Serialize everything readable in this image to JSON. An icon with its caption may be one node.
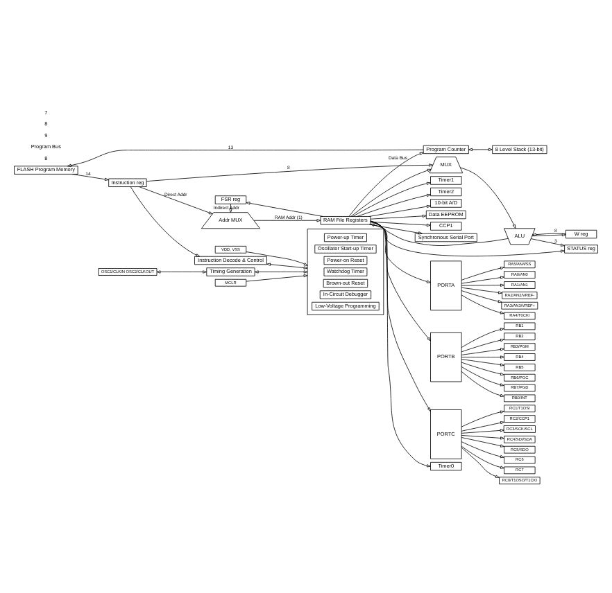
{
  "diagram": {
    "nodes": [
      {
        "text": [
          "FLASH Program Memory"
        ]
      },
      {
        "text": [
          "Program Counter"
        ]
      },
      {
        "text": [
          "8 Level Stack (13-bit)"
        ]
      },
      {
        "text": [
          "RAM File Registers"
        ]
      },
      {
        "text": [
          "Addr MUX"
        ]
      },
      {
        "text": [
          "Instruction reg"
        ]
      },
      {
        "text": [
          "FSR reg"
        ]
      },
      {
        "text": [
          "STATUS reg"
        ]
      },
      {
        "text": [
          "MUX"
        ]
      },
      {
        "text": [
          "ALU"
        ]
      },
      {
        "text": [
          "W reg"
        ]
      },
      {
        "text": [
          "Instruction Decode & Control"
        ]
      },
      {
        "text": [
          "Timing Generation"
        ]
      },
      {
        "text": [],
        "shape": "box"
      },
      {
        "text": [
          "Power-up Timer"
        ],
        "in": 13
      },
      {
        "text": [
          "Oscillator Start-up Timer"
        ],
        "in": 13
      },
      {
        "text": [
          "Power-on Reset"
        ],
        "in": 13
      },
      {
        "text": [
          "Watchdog Timer"
        ],
        "in": 13
      },
      {
        "text": [
          "Brown-out Reset"
        ],
        "in": 13
      },
      {
        "text": [
          "In-Circuit Debugger"
        ],
        "in": 13
      },
      {
        "text": [
          "Low-Voltage Programming"
        ],
        "in": 13
      },
      {
        "text": [
          "PORTA"
        ]
      },
      {
        "text": [
          "RA0/AN0"
        ]
      },
      {
        "text": [
          "RA1/AN1"
        ]
      },
      {
        "text": [
          "RA2/AN2/VREF-"
        ]
      },
      {
        "text": [
          "RA3/AN3/VREF+"
        ]
      },
      {
        "text": [
          "RA4/T0CKI"
        ]
      },
      {
        "text": [
          "RA5/AN4/SS"
        ]
      },
      {
        "text": [
          "PORTB"
        ]
      },
      {
        "text": [
          "RB0/INT"
        ]
      },
      {
        "text": [
          "RB1"
        ]
      },
      {
        "text": [
          "RB2"
        ]
      },
      {
        "text": [
          "RB3/PGM"
        ]
      },
      {
        "text": [
          "RB4"
        ]
      },
      {
        "text": [
          "RB5"
        ]
      },
      {
        "text": [
          "RB6/PGC"
        ]
      },
      {
        "text": [
          "RB7/PGD"
        ]
      },
      {
        "text": [
          "PORTC"
        ]
      },
      {
        "text": [
          "RC0/T1OSO/T1CKI"
        ]
      },
      {
        "text": [
          "RC1/T1OSI"
        ]
      },
      {
        "text": [
          "RC2/CCP1"
        ]
      },
      {
        "text": [
          "RC3/SCK/SCL"
        ]
      },
      {
        "text": [
          "RC4/SDI/SDA"
        ]
      },
      {
        "text": [
          "RC5/SDO"
        ]
      },
      {
        "text": [
          "RC6"
        ]
      },
      {
        "text": [
          "RC7"
        ]
      },
      {
        "text": [
          "OSC1/CLKIN OSC2/CLKOUT"
        ]
      },
      {
        "text": [
          "MCLR"
        ]
      },
      {
        "text": [
          "VDD, VSS"
        ]
      },
      {
        "text": [
          "Timer0"
        ]
      },
      {
        "text": [
          "Timer1"
        ]
      },
      {
        "text": [
          "Timer2"
        ]
      },
      {
        "text": [
          "10-bit A/D"
        ]
      },
      {
        "text": [
          "Data EEPROM"
        ]
      },
      {
        "text": [
          "CCP1"
        ]
      },
      {
        "text": [
          "Synchronous Serial Port"
        ]
      }
    ],
    "edges": [
      {
        "from": 1,
        "to": 0,
        "arrow": "to",
        "label": "13"
      },
      {
        "from": 1,
        "to": 2,
        "arrow": "both"
      },
      {
        "from": 0,
        "to": 5,
        "arrow": "to",
        "label": "14"
      },
      {
        "from": 5,
        "to": 4,
        "arrow": "to",
        "label": "Direct Addr"
      },
      {
        "from": 4,
        "to": 3,
        "arrow": "to",
        "label": "RAM Addr (1)"
      },
      {
        "from": 6,
        "to": 4,
        "arrow": "to",
        "label": "Indirect Addr"
      },
      {
        "from": 5,
        "to": 11,
        "arrow": "to"
      },
      {
        "from": 5,
        "to": 8,
        "arrow": "to",
        "label": "8"
      },
      {
        "from": 3,
        "to": 1,
        "arrow": "to",
        "label": "Data Bus"
      },
      {
        "from": 3,
        "to": 6,
        "arrow": "to"
      },
      {
        "from": 3,
        "to": 7,
        "arrow": "to"
      },
      {
        "from": 3,
        "to": 8,
        "arrow": "to"
      },
      {
        "from": 8,
        "to": 9,
        "arrow": "to"
      },
      {
        "from": 9,
        "to": 7,
        "arrow": "to",
        "label": "3"
      },
      {
        "from": 9,
        "to": 10,
        "arrow": "to"
      },
      {
        "from": 10,
        "to": 9,
        "arrow": "to",
        "label": "8"
      },
      {
        "from": 9,
        "to": 3,
        "arrow": "to"
      },
      {
        "from": 3,
        "to": 21,
        "arrow": "to"
      },
      {
        "from": 3,
        "to": 28,
        "arrow": "to"
      },
      {
        "from": 3,
        "to": 37,
        "arrow": "to"
      },
      {
        "from": 11,
        "to": 13,
        "arrow": "both"
      },
      {
        "from": 12,
        "to": 13,
        "arrow": "both"
      },
      {
        "from": 46,
        "to": 12,
        "arrow": "both"
      },
      {
        "from": 47,
        "to": 13,
        "arrow": "to"
      },
      {
        "from": 48,
        "to": 13,
        "arrow": "to"
      },
      {
        "from": 21,
        "to": 22,
        "arrow": "to"
      },
      {
        "from": 21,
        "to": 23,
        "arrow": "to"
      },
      {
        "from": 21,
        "to": 24,
        "arrow": "to"
      },
      {
        "from": 21,
        "to": 25,
        "arrow": "to"
      },
      {
        "from": 21,
        "to": 26,
        "arrow": "to"
      },
      {
        "from": 21,
        "to": 27,
        "arrow": "to"
      },
      {
        "from": 28,
        "to": 29,
        "arrow": "to"
      },
      {
        "from": 28,
        "to": 30,
        "arrow": "to"
      },
      {
        "from": 28,
        "to": 31,
        "arrow": "to"
      },
      {
        "from": 28,
        "to": 32,
        "arrow": "to"
      },
      {
        "from": 28,
        "to": 33,
        "arrow": "to"
      },
      {
        "from": 28,
        "to": 34,
        "arrow": "to"
      },
      {
        "from": 28,
        "to": 35,
        "arrow": "to"
      },
      {
        "from": 28,
        "to": 36,
        "arrow": "to"
      },
      {
        "from": 37,
        "to": 38,
        "arrow": "to"
      },
      {
        "from": 37,
        "to": 39,
        "arrow": "to"
      },
      {
        "from": 37,
        "to": 40,
        "arrow": "to"
      },
      {
        "from": 37,
        "to": 41,
        "arrow": "to"
      },
      {
        "from": 37,
        "to": 42,
        "arrow": "to"
      },
      {
        "from": 37,
        "to": 43,
        "arrow": "to"
      },
      {
        "from": 37,
        "to": 44,
        "arrow": "to"
      },
      {
        "from": 37,
        "to": 45,
        "arrow": "to"
      },
      {
        "from": 3,
        "to": 49,
        "arrow": "to"
      },
      {
        "from": 3,
        "to": 50,
        "arrow": "to"
      },
      {
        "from": 3,
        "to": 51,
        "arrow": "to"
      },
      {
        "from": 3,
        "to": 52,
        "arrow": "to"
      },
      {
        "from": 3,
        "to": 53,
        "arrow": "to"
      },
      {
        "from": 3,
        "to": 54,
        "arrow": "to"
      },
      {
        "from": 3,
        "to": 55,
        "arrow": "to"
      }
    ],
    "labels": [
      "8",
      "Program Bus",
      "9",
      "8",
      "7"
    ]
  }
}
